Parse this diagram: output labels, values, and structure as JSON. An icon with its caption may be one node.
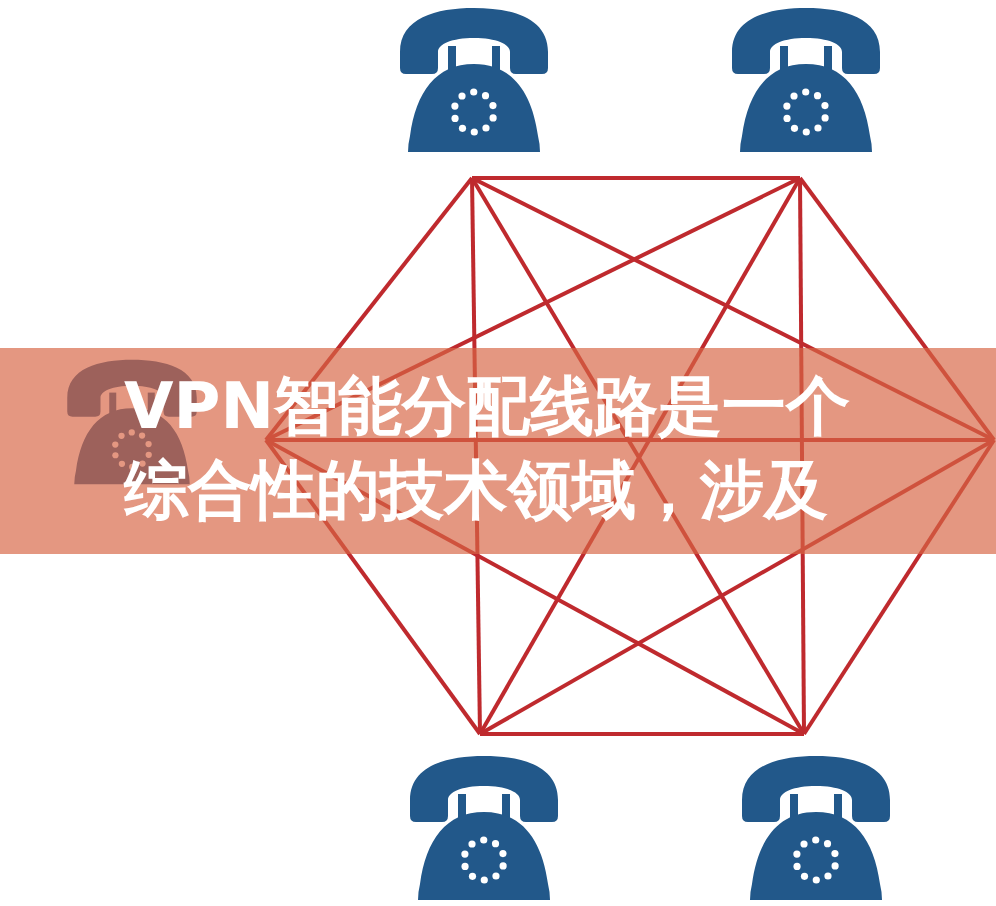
{
  "diagram": {
    "title": "VPN智能分配线路是一个综合性的技术领域，涉及",
    "nodes": [
      {
        "text": [],
        "shape": "picture"
      },
      {
        "text": [],
        "shape": "picture"
      },
      {
        "text": [],
        "shape": "picture"
      },
      {
        "text": [],
        "shape": "picture"
      },
      {
        "text": [],
        "shape": "picture"
      }
    ],
    "edges": [
      {
        "from": 0,
        "to": 1,
        "arrow": "none"
      },
      {
        "from": 0,
        "to": 2,
        "arrow": "none"
      },
      {
        "from": 0,
        "to": 3,
        "arrow": "none"
      },
      {
        "from": 0,
        "to": 4,
        "arrow": "none"
      },
      {
        "from": 0,
        "to": null,
        "arrow": "none"
      },
      {
        "from": 1,
        "to": 2,
        "arrow": "none"
      },
      {
        "from": 1,
        "to": 3,
        "arrow": "none"
      },
      {
        "from": 1,
        "to": 4,
        "arrow": "none"
      },
      {
        "from": 1,
        "to": null,
        "arrow": "none"
      },
      {
        "from": 2,
        "to": null,
        "arrow": "none"
      },
      {
        "from": 2,
        "to": 3,
        "arrow": "none"
      },
      {
        "from": 2,
        "to": 4,
        "arrow": "none"
      },
      {
        "from": 3,
        "to": 4,
        "arrow": "none"
      },
      {
        "from": 3,
        "to": null,
        "arrow": "none"
      },
      {
        "from": 4,
        "to": null,
        "arrow": "none"
      }
    ]
  }
}
